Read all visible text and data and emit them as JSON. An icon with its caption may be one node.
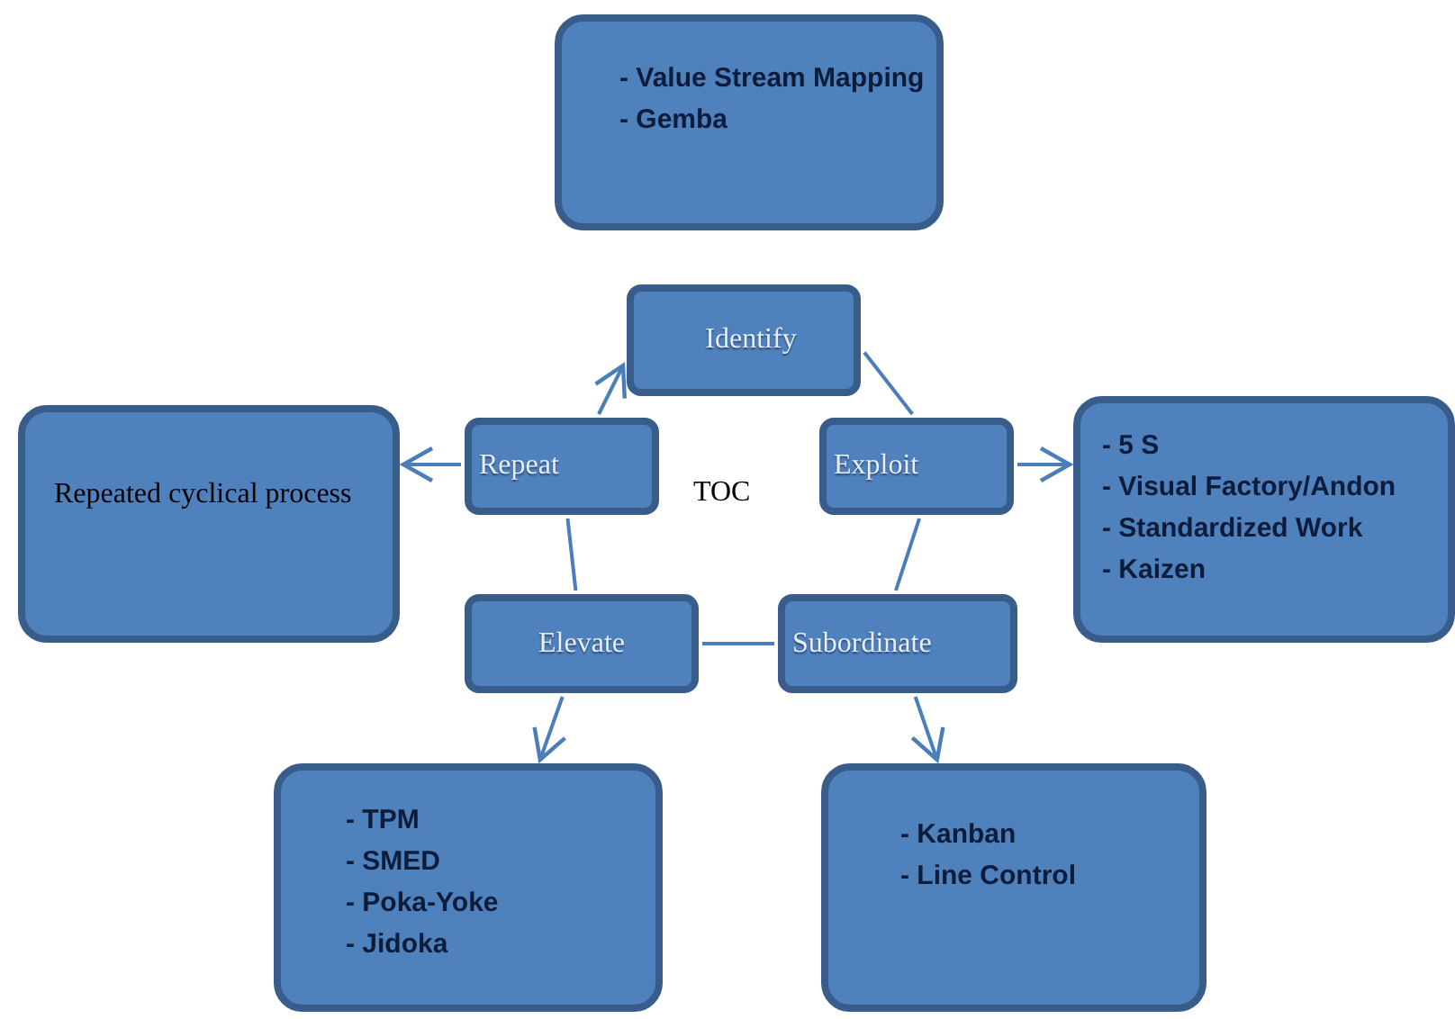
{
  "diagram": {
    "nodes": [
      {
        "text": [
          "- Value Stream Mapping",
          "- Gemba"
        ]
      },
      {
        "text": [
          "Identify"
        ]
      },
      {
        "text": [
          "Repeated cyclical process"
        ]
      },
      {
        "text": [
          "Repeat"
        ]
      },
      {
        "text": [
          "Exploit"
        ]
      },
      {
        "text": [
          "- 5 S",
          "- Visual Factory/Andon",
          "- Standardized Work",
          "- Kaizen"
        ]
      },
      {
        "text": [
          "Elevate"
        ]
      },
      {
        "text": [
          "Subordinate"
        ]
      },
      {
        "text": [
          "- TPM",
          "- SMED",
          "- Poka-Yoke",
          "- Jidoka"
        ]
      },
      {
        "text": [
          "- Kanban",
          "- Line Control"
        ]
      }
    ],
    "edges": [
      {
        "from": 3,
        "to": 1,
        "arrow": "to"
      },
      {
        "from": 1,
        "to": 4,
        "arrow": "none"
      },
      {
        "from": 4,
        "to": 5,
        "arrow": "to"
      },
      {
        "from": 4,
        "to": 7,
        "arrow": "none"
      },
      {
        "from": 7,
        "to": 6,
        "arrow": "none"
      },
      {
        "from": 6,
        "to": 3,
        "arrow": "none"
      },
      {
        "from": 3,
        "to": 2,
        "arrow": "to"
      },
      {
        "from": 6,
        "to": 8,
        "arrow": "to"
      },
      {
        "from": 7,
        "to": 9,
        "arrow": "to"
      }
    ],
    "labels": [
      "TOC"
    ]
  }
}
